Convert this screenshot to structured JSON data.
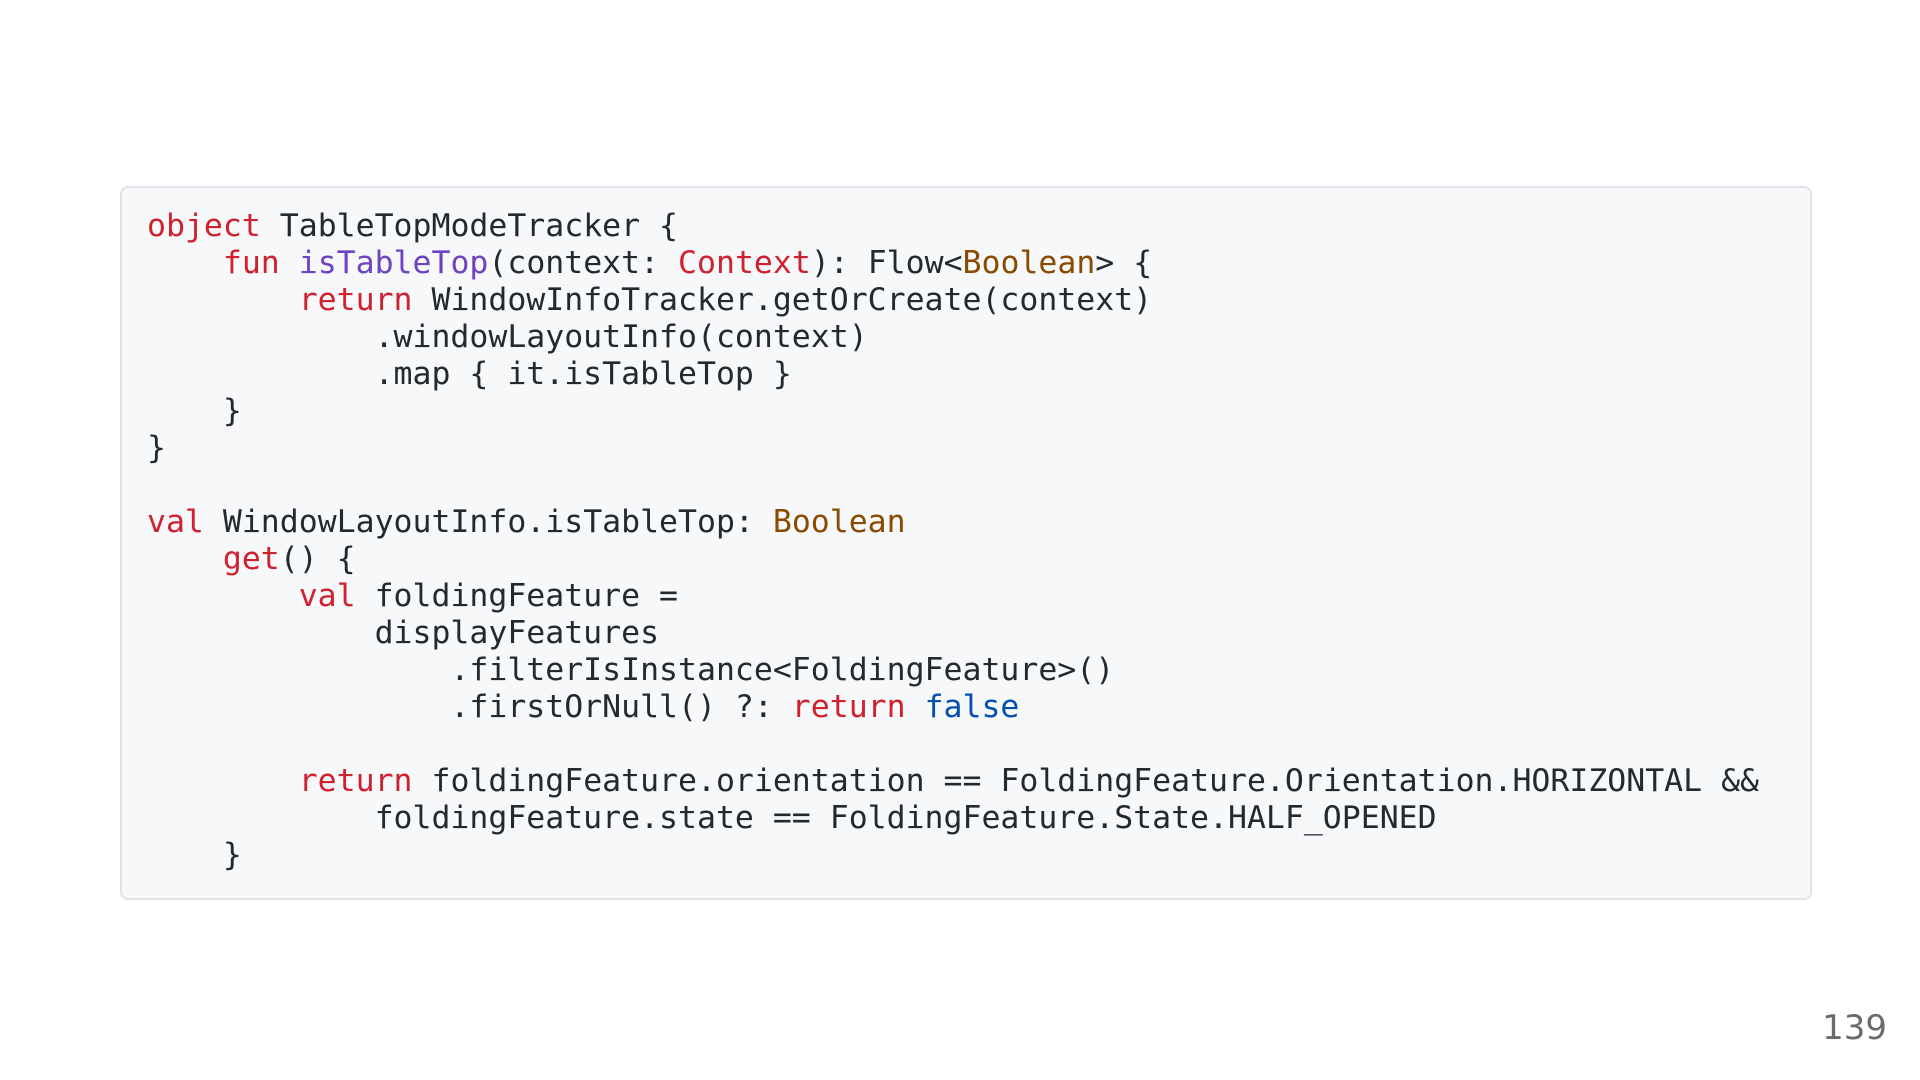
{
  "code_lines": [
    [
      {
        "t": "object",
        "k": "kw"
      },
      {
        "t": " TableTopModeTracker {",
        "k": "plain"
      }
    ],
    [
      {
        "t": "    ",
        "k": "plain"
      },
      {
        "t": "fun",
        "k": "kw"
      },
      {
        "t": " ",
        "k": "plain"
      },
      {
        "t": "isTableTop",
        "k": "fn"
      },
      {
        "t": "(context: ",
        "k": "plain"
      },
      {
        "t": "Context",
        "k": "kw"
      },
      {
        "t": "): Flow<",
        "k": "plain"
      },
      {
        "t": "Boolean",
        "k": "type"
      },
      {
        "t": "> {",
        "k": "plain"
      }
    ],
    [
      {
        "t": "        ",
        "k": "plain"
      },
      {
        "t": "return",
        "k": "kw"
      },
      {
        "t": " WindowInfoTracker.getOrCreate(context)",
        "k": "plain"
      }
    ],
    [
      {
        "t": "            .windowLayoutInfo(context)",
        "k": "plain"
      }
    ],
    [
      {
        "t": "            .map { it.isTableTop }",
        "k": "plain"
      }
    ],
    [
      {
        "t": "    }",
        "k": "plain"
      }
    ],
    [
      {
        "t": "}",
        "k": "plain"
      }
    ],
    [
      {
        "t": "",
        "k": "plain"
      }
    ],
    [
      {
        "t": "val",
        "k": "kw"
      },
      {
        "t": " WindowLayoutInfo.isTableTop: ",
        "k": "plain"
      },
      {
        "t": "Boolean",
        "k": "type"
      }
    ],
    [
      {
        "t": "    ",
        "k": "plain"
      },
      {
        "t": "get",
        "k": "kw"
      },
      {
        "t": "() {",
        "k": "plain"
      }
    ],
    [
      {
        "t": "        ",
        "k": "plain"
      },
      {
        "t": "val",
        "k": "kw"
      },
      {
        "t": " foldingFeature =",
        "k": "plain"
      }
    ],
    [
      {
        "t": "            displayFeatures",
        "k": "plain"
      }
    ],
    [
      {
        "t": "                .filterIsInstance<FoldingFeature>()",
        "k": "plain"
      }
    ],
    [
      {
        "t": "                .firstOrNull() ?: ",
        "k": "plain"
      },
      {
        "t": "return",
        "k": "kw"
      },
      {
        "t": " ",
        "k": "plain"
      },
      {
        "t": "false",
        "k": "lit"
      }
    ],
    [
      {
        "t": "",
        "k": "plain"
      }
    ],
    [
      {
        "t": "        ",
        "k": "plain"
      },
      {
        "t": "return",
        "k": "kw"
      },
      {
        "t": " foldingFeature.orientation == FoldingFeature.Orientation.HORIZONTAL &&",
        "k": "plain"
      }
    ],
    [
      {
        "t": "            foldingFeature.state == FoldingFeature.State.HALF_OPENED",
        "k": "plain"
      }
    ],
    [
      {
        "t": "    }",
        "k": "plain"
      }
    ]
  ],
  "page_number": "139",
  "colors": {
    "keyword": "#cf222e",
    "function": "#6f42c1",
    "type": "#8a4a00",
    "literal": "#0550ae",
    "text": "#24292e",
    "code_background": "#f6f8fa"
  }
}
